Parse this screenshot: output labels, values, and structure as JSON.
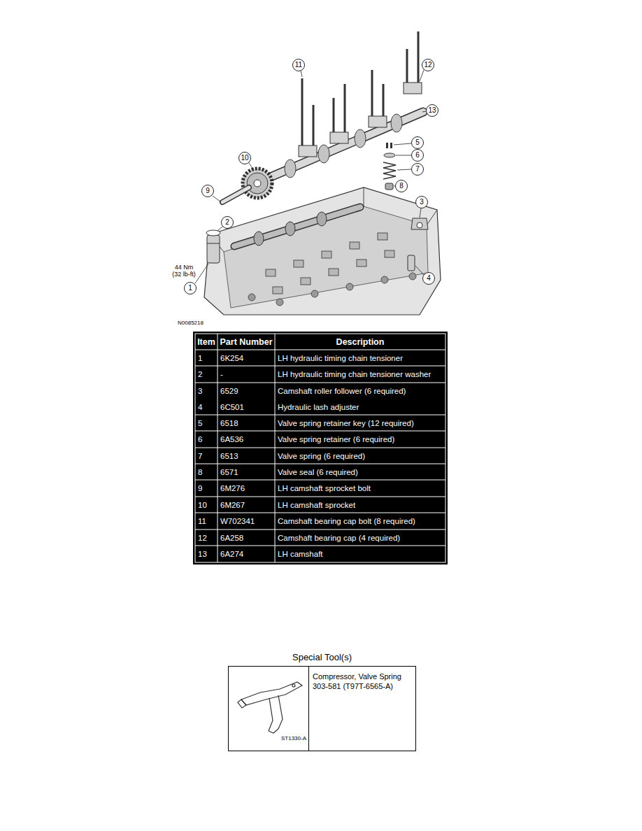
{
  "diagram": {
    "nodes": [
      {
        "text": [
          "1"
        ]
      },
      {
        "text": [
          "2"
        ]
      },
      {
        "text": [
          "3"
        ]
      },
      {
        "text": [
          "4"
        ]
      },
      {
        "text": [
          "5"
        ]
      },
      {
        "text": [
          "6"
        ]
      },
      {
        "text": [
          "7"
        ]
      },
      {
        "text": [
          "8"
        ]
      },
      {
        "text": [
          "9"
        ]
      },
      {
        "text": [
          "10"
        ]
      },
      {
        "text": [
          "11"
        ]
      },
      {
        "text": [
          "12"
        ]
      },
      {
        "text": [
          "13"
        ]
      },
      {
        "text": [
          "Special Tool(s)",
          "ST1330-A",
          "Compressor, Valve Spring 303-581 (T97T-6565-A)"
        ]
      }
    ],
    "labels": [
      "44 Nm (32 lb-ft)",
      "N0085218",
      "Item",
      "Part Number",
      "Description",
      "1",
      "6K254",
      "LH hydraulic timing chain tensioner",
      "2",
      "-",
      "LH hydraulic timing chain tensioner washer",
      "3",
      "6529",
      "Camshaft roller follower (6 required)",
      "4",
      "6C501",
      "Hydraulic lash adjuster",
      "5",
      "6518",
      "Valve spring retainer key (12 required)",
      "6",
      "6A536",
      "Valve spring retainer (6 required)",
      "7",
      "6513",
      "Valve spring (6 required)",
      "8",
      "6571",
      "Valve seal (6 required)",
      "9",
      "6M276",
      "LH camshaft sprocket bolt",
      "10",
      "6M267",
      "LH camshaft sprocket",
      "11",
      "W702341",
      "Camshaft bearing cap bolt (8 required)",
      "12",
      "6A258",
      "Camshaft bearing cap (4 required)",
      "13",
      "6A274",
      "LH camshaft"
    ]
  }
}
